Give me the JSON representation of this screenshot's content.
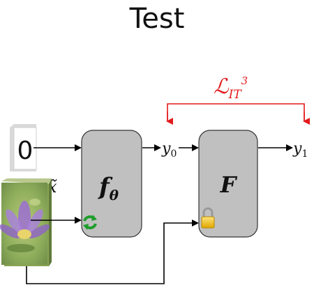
{
  "title": "Test",
  "loss": {
    "symbol": "ℒ",
    "subscript": "IT",
    "superscript": "3",
    "color": "#e31a1c"
  },
  "input_zero": "0",
  "input_tilde_x": "x̃",
  "node_f_theta": {
    "symbol": "f",
    "subscript": "θ",
    "icon": "refresh-icon",
    "fill": "#c0c0c0"
  },
  "node_F": {
    "symbol": "F",
    "icon": "lock-icon",
    "fill": "#c0c0c0"
  },
  "output_y0": {
    "base": "y",
    "sub": "0"
  },
  "output_y1": {
    "base": "y",
    "sub": "1"
  },
  "image_icon": "flower-image"
}
